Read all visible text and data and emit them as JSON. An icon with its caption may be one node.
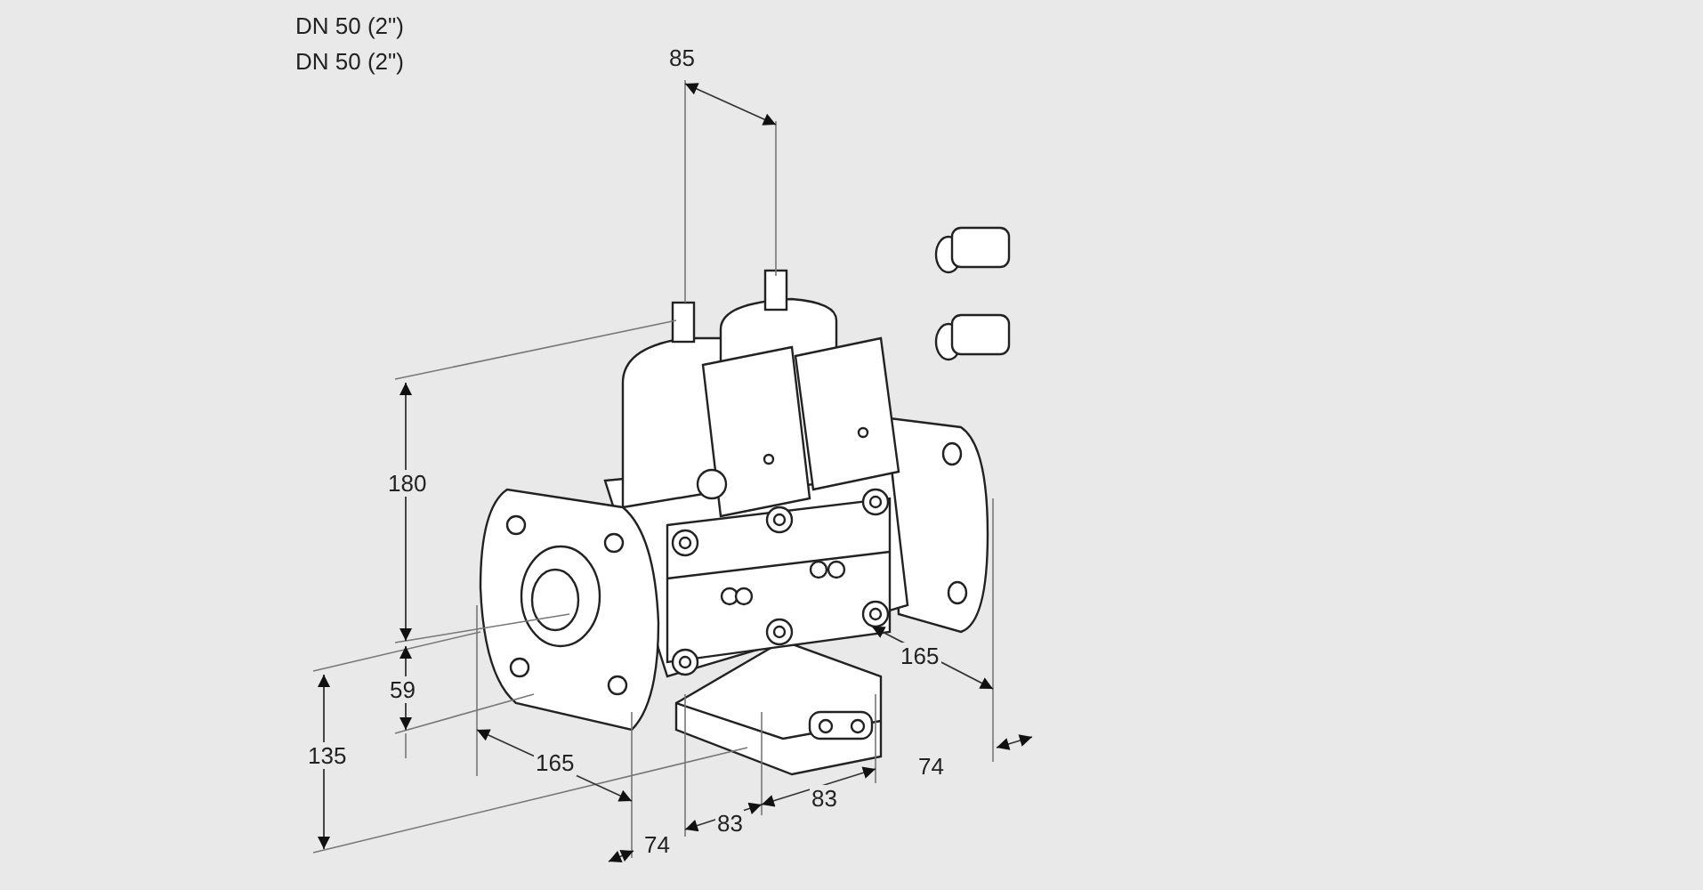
{
  "diagram": {
    "labels": [
      "DN 50 (2\")",
      "DN 50 (2\")",
      "85",
      "180",
      "165",
      "59",
      "135",
      "165",
      "74",
      "83",
      "83",
      "74"
    ]
  }
}
